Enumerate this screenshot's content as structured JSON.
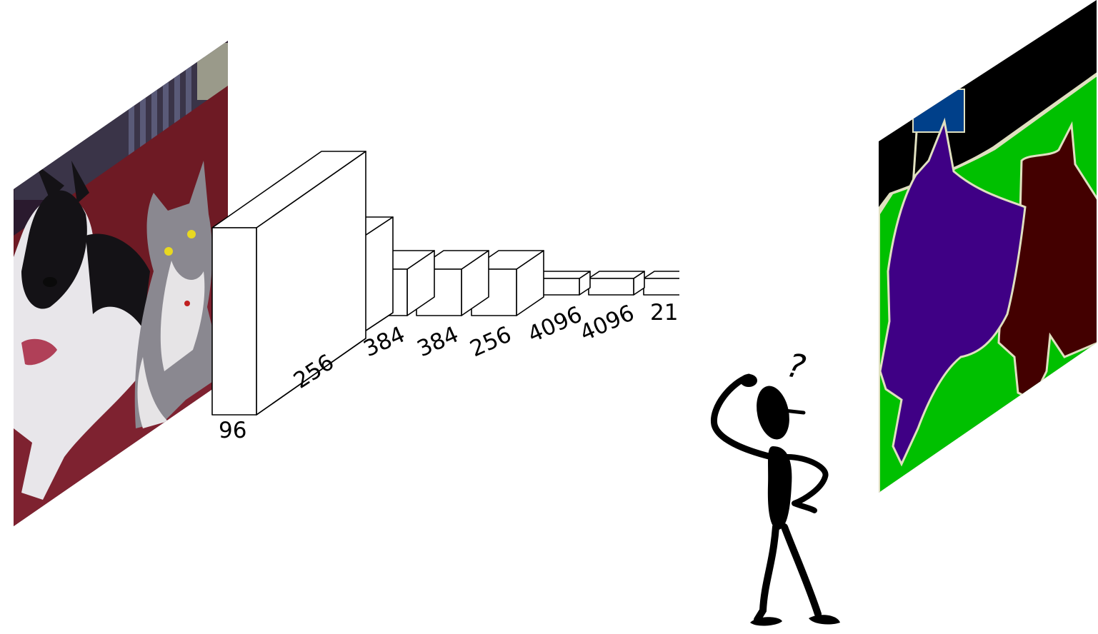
{
  "diagram": {
    "layer_labels": [
      "96",
      "256",
      "384",
      "384",
      "256",
      "4096",
      "4096",
      "21"
    ],
    "question_mark": "?",
    "input_image": {
      "icon": "dog-and-cat-photo",
      "colors": {
        "couch": "#7a1e2a",
        "dark_background": "#2a1a2e",
        "dog_black": "#141216",
        "dog_white": "#e8e6ea",
        "cat_gray": "#8a8890",
        "cat_white": "#e6e4e6"
      }
    },
    "segmentation_map": {
      "icon": "segmentation-mask",
      "colors": {
        "background": "#000000",
        "sofa": "#00c000",
        "dog": "#3f0085",
        "cat": "#430000",
        "chair": "#00408a",
        "boundary": "#e0e0c0"
      }
    },
    "figure": {
      "icon": "confused-stick-figure",
      "color": "#000000"
    }
  }
}
